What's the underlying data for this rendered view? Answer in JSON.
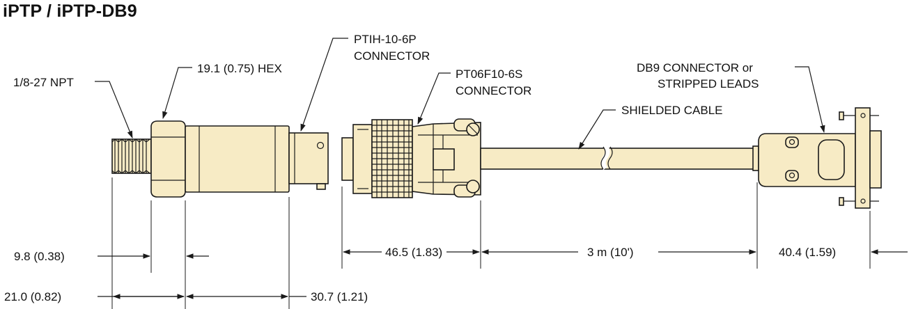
{
  "title": "iPTP / iPTP-DB9",
  "callouts": {
    "npt": "1/8-27 NPT",
    "hex": "19.1 (0.75) HEX",
    "ptih_line1": "PTIH-10-6P",
    "ptih_line2": "CONNECTOR",
    "pt06_line1": "PT06F10-6S",
    "pt06_line2": "CONNECTOR",
    "cable": "SHIELDED CABLE",
    "db9_line1": "DB9 CONNECTOR or",
    "db9_line2": "STRIPPED LEADS"
  },
  "dimensions": {
    "d1": "9.8 (0.38)",
    "d2": "21.0 (0.82)",
    "d3": "30.7 (1.21)",
    "d4": "46.5 (1.83)",
    "d5": "3 m (10')",
    "d6": "40.4 (1.59)"
  },
  "colors": {
    "part_fill": "#f7ebc5",
    "line": "#1a1a1a"
  }
}
